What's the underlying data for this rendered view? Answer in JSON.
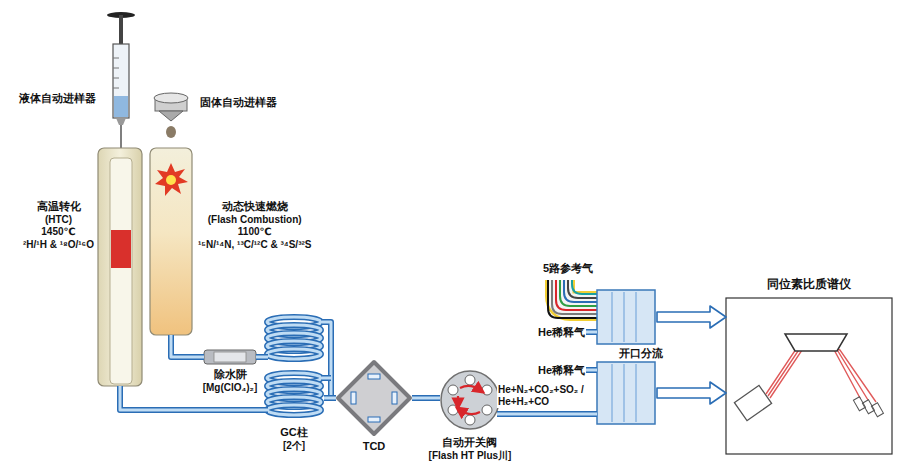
{
  "diagram": {
    "nodes": [
      {
        "text": [
          "液体自动进样器"
        ]
      },
      {
        "text": [
          "固体自动进样器"
        ]
      },
      {
        "text": [
          "高温转化",
          "(HTC)",
          "1450℃",
          "²H/¹H & ¹⁸O/¹⁶O"
        ]
      },
      {
        "text": [
          "动态快速燃烧",
          "(Flash Combustion)",
          "1100℃",
          "¹⁵N/¹⁴N, ¹³C/¹²C & ³⁴S/³²S"
        ]
      },
      {
        "text": [
          "除水阱",
          "[Mg(ClO₄)₂]"
        ]
      },
      {
        "text": [
          "GC柱",
          "[2个]"
        ]
      },
      {
        "text": [
          "TCD"
        ]
      },
      {
        "text": [
          "自动开关阀",
          "[Flash HT Plus川]"
        ]
      },
      {
        "text": [
          "He稀释气",
          "开口分流"
        ]
      },
      {
        "text": [
          "He稀释气"
        ]
      },
      {
        "text": [
          "同位素比质谱仪"
        ]
      }
    ],
    "edges": [
      {
        "from": 3,
        "to": 4,
        "arrow": "none"
      },
      {
        "from": 4,
        "to": 5,
        "arrow": "none"
      },
      {
        "from": 2,
        "to": 5,
        "arrow": "none"
      },
      {
        "from": 5,
        "to": 6,
        "arrow": "none"
      },
      {
        "from": 6,
        "to": 7,
        "arrow": "none"
      },
      {
        "from": 7,
        "to": 9,
        "label": "He+N₂+CO₂+SO₂ / He+H₂+CO",
        "arrow": "none"
      },
      {
        "from": 8,
        "to": 10,
        "arrow": "to"
      },
      {
        "from": 9,
        "to": 10,
        "arrow": "to"
      }
    ],
    "labels": [
      "5路参考气"
    ]
  }
}
